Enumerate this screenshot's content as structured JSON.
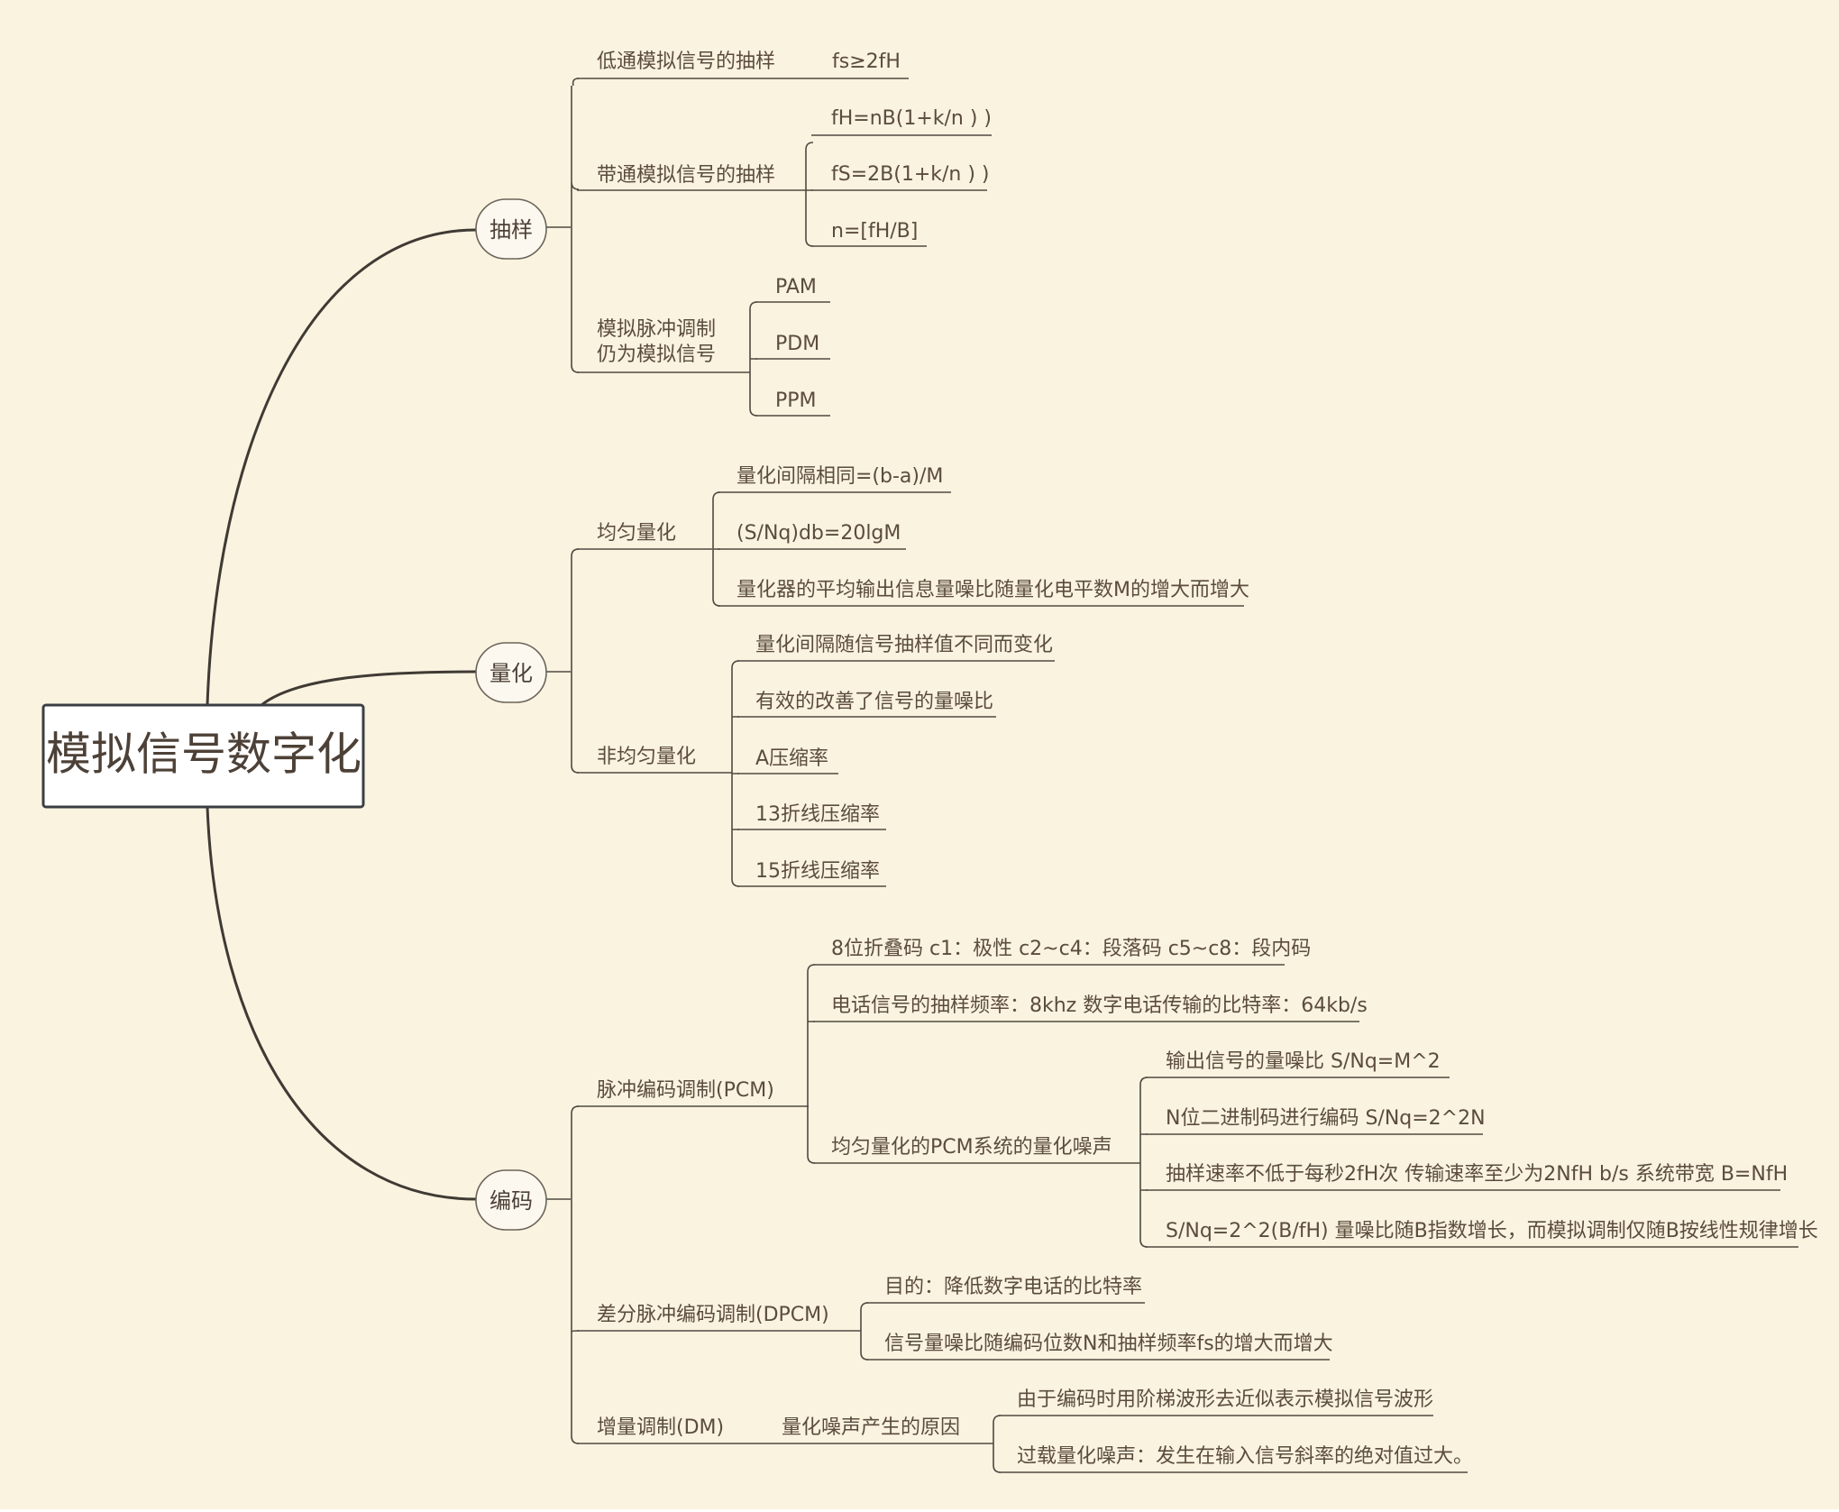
{
  "central": "模拟信号数字化",
  "branches": {
    "sampling": {
      "title": "抽样",
      "lowpass": {
        "label": "低通模拟信号的抽样",
        "formula": "fs≥2fH"
      },
      "bandpass": {
        "label": "带通模拟信号的抽样",
        "items": [
          "fH=nB(1+k/n ) )",
          "fS=2B(1+k/n ) )",
          "n=[fH/B]"
        ]
      },
      "pulse": {
        "label_lines": [
          "模拟脉冲调制",
          "仍为模拟信号"
        ],
        "items": [
          "PAM",
          "PDM",
          "PPM"
        ]
      }
    },
    "quantization": {
      "title": "量化",
      "uniform": {
        "label": "均匀量化",
        "items": [
          "量化间隔相同=(b-a)/M",
          "(S/Nq)db=20lgM",
          "量化器的平均输出信息量噪比随量化电平数M的增大而增大"
        ]
      },
      "nonuniform": {
        "label": "非均匀量化",
        "items": [
          "量化间隔随信号抽样值不同而变化",
          "有效的改善了信号的量噪比",
          "A压缩率",
          "13折线压缩率",
          "15折线压缩率"
        ]
      }
    },
    "coding": {
      "title": "编码",
      "pcm": {
        "label": "脉冲编码调制(PCM)",
        "items": [
          "8位折叠码 c1：极性 c2~c4：段落码 c5~c8：段内码",
          "电话信号的抽样频率：8khz 数字电话传输的比特率：64kb/s"
        ],
        "noise": {
          "label": "均匀量化的PCM系统的量化噪声",
          "items": [
            "输出信号的量噪比   S/Nq=M^2",
            "N位二进制码进行编码 S/Nq=2^2N",
            "抽样速率不低于每秒2fH次  传输速率至少为2NfH b/s 系统带宽 B=NfH",
            "S/Nq=2^2(B/fH) 量噪比随B指数增长，而模拟调制仅随B按线性规律增长"
          ]
        }
      },
      "dpcm": {
        "label": "差分脉冲编码调制(DPCM)",
        "items": [
          "目的：降低数字电话的比特率",
          "信号量噪比随编码位数N和抽样频率fs的增大而增大"
        ]
      },
      "dm": {
        "label": "增量调制(DM)",
        "cause": {
          "label": "量化噪声产生的原因",
          "items": [
            "由于编码时用阶梯波形去近似表示模拟信号波形",
            "过载量化噪声：发生在输入信号斜率的绝对值过大。"
          ]
        }
      }
    }
  }
}
